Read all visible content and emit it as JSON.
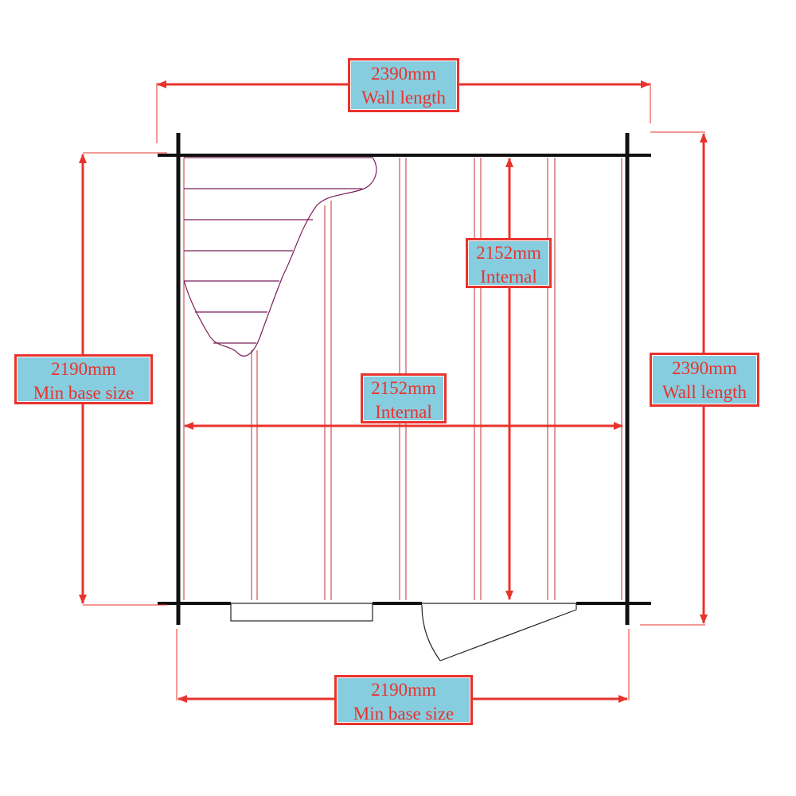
{
  "colors": {
    "dimension": "#e8332d",
    "label_fill": "#87cde0",
    "wall": "#111111",
    "floor_lines": "#c0303a"
  },
  "icons": {
    "stair_outline": "curved-staircase-outline",
    "door": "swing-door-icon"
  },
  "labels": {
    "top_wall": {
      "value": "2390mm",
      "caption": "Wall length"
    },
    "right_wall": {
      "value": "2390mm",
      "caption": "Wall length"
    },
    "left_base": {
      "value": "2190mm",
      "caption": "Min base size"
    },
    "bottom_base": {
      "value": "2190mm",
      "caption": "Min base size"
    },
    "internal_h": {
      "value": "2152mm",
      "caption": "Internal"
    },
    "internal_v": {
      "value": "2152mm",
      "caption": "Internal"
    }
  }
}
